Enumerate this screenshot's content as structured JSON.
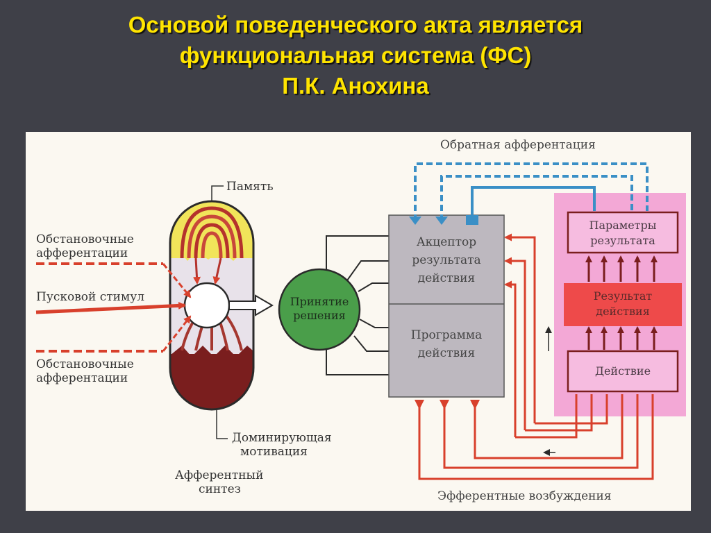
{
  "title": {
    "line1": "Основой поведенческого акта является",
    "line2": "функциональная система (ФС)",
    "line3": "П.К. Анохина"
  },
  "diagram": {
    "memory": "Память",
    "situational_top_1": "Обстановочные",
    "situational_top_2": "афферентации",
    "trigger": "Пусковой стимул",
    "situational_bottom_1": "Обстановочные",
    "situational_bottom_2": "афферентации",
    "motivation_1": "Доминирующая",
    "motivation_2": "мотивация",
    "synthesis_1": "Афферентный",
    "synthesis_2": "синтез",
    "decision_1": "Принятие",
    "decision_2": "решения",
    "acceptor_1": "Акцептор",
    "acceptor_2": "результата",
    "acceptor_3": "действия",
    "program_1": "Программа",
    "program_2": "действия",
    "params_1": "Параметры",
    "params_2": "результата",
    "result_1": "Результат",
    "result_2": "действия",
    "action": "Действие",
    "feedback": "Обратная афферентация",
    "efferent": "Эфферентные возбуждения"
  },
  "colors": {
    "title": "#ffe400",
    "background": "#3f4048",
    "panel": "#fbf8f1",
    "decision_circle": "#4a9e4a",
    "efferent_lines": "#d8402c",
    "feedback_lines": "#3a8fc6",
    "maroon": "#7a1e1e",
    "pink_zone": "#f3a8d6"
  }
}
